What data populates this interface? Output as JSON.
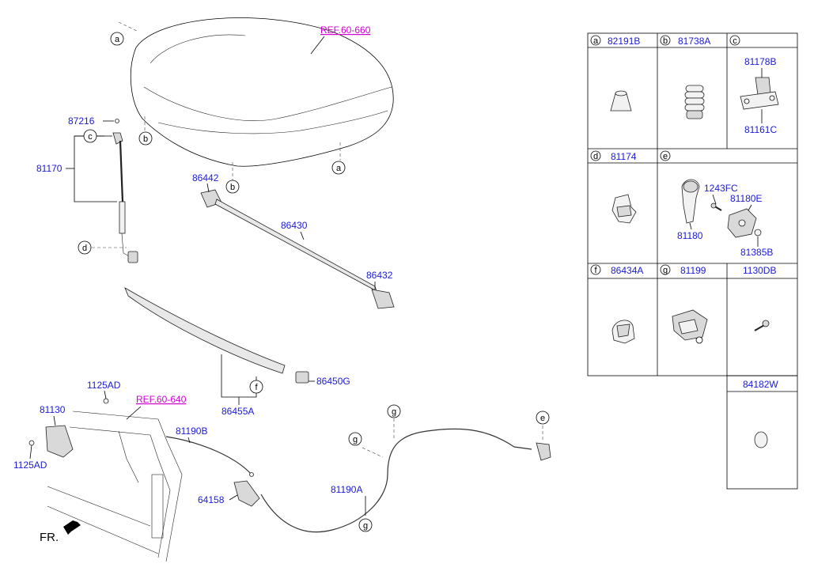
{
  "refs": {
    "hood": "REF.60-660",
    "radiator_support": "REF.60-640"
  },
  "callouts": {
    "c1_a": "a",
    "c2_b": "b",
    "c3_c": "c",
    "c4_b": "b",
    "c5_a": "a",
    "c6_d": "d",
    "c7_f": "f",
    "c8_g": "g",
    "c9_g": "g",
    "c10_g": "g",
    "c11_e": "e"
  },
  "parts": {
    "p87216": "87216",
    "p81170": "81170",
    "p86442": "86442",
    "p86430": "86430",
    "p86432": "86432",
    "p86450G": "86450G",
    "p86455A": "86455A",
    "p1125AD_top": "1125AD",
    "p81130": "81130",
    "p1125AD_bot": "1125AD",
    "p81190B": "81190B",
    "p64158": "64158",
    "p81190A": "81190A"
  },
  "fr_label": "FR.",
  "legend": {
    "cells": {
      "a": {
        "letter": "a",
        "part": "82191B"
      },
      "b": {
        "letter": "b",
        "part": "81738A"
      },
      "c": {
        "letter": "c",
        "part1": "81178B",
        "part2": "81161C"
      },
      "d": {
        "letter": "d",
        "part": "81174"
      },
      "e": {
        "letter": "e",
        "part1": "1243FC",
        "part2": "81180E",
        "part3": "81180",
        "part4": "81385B"
      },
      "f": {
        "letter": "f",
        "part": "86434A"
      },
      "g": {
        "letter": "g",
        "part": "81199"
      },
      "h": {
        "part": "1130DB"
      },
      "i": {
        "part": "84182W"
      }
    }
  }
}
